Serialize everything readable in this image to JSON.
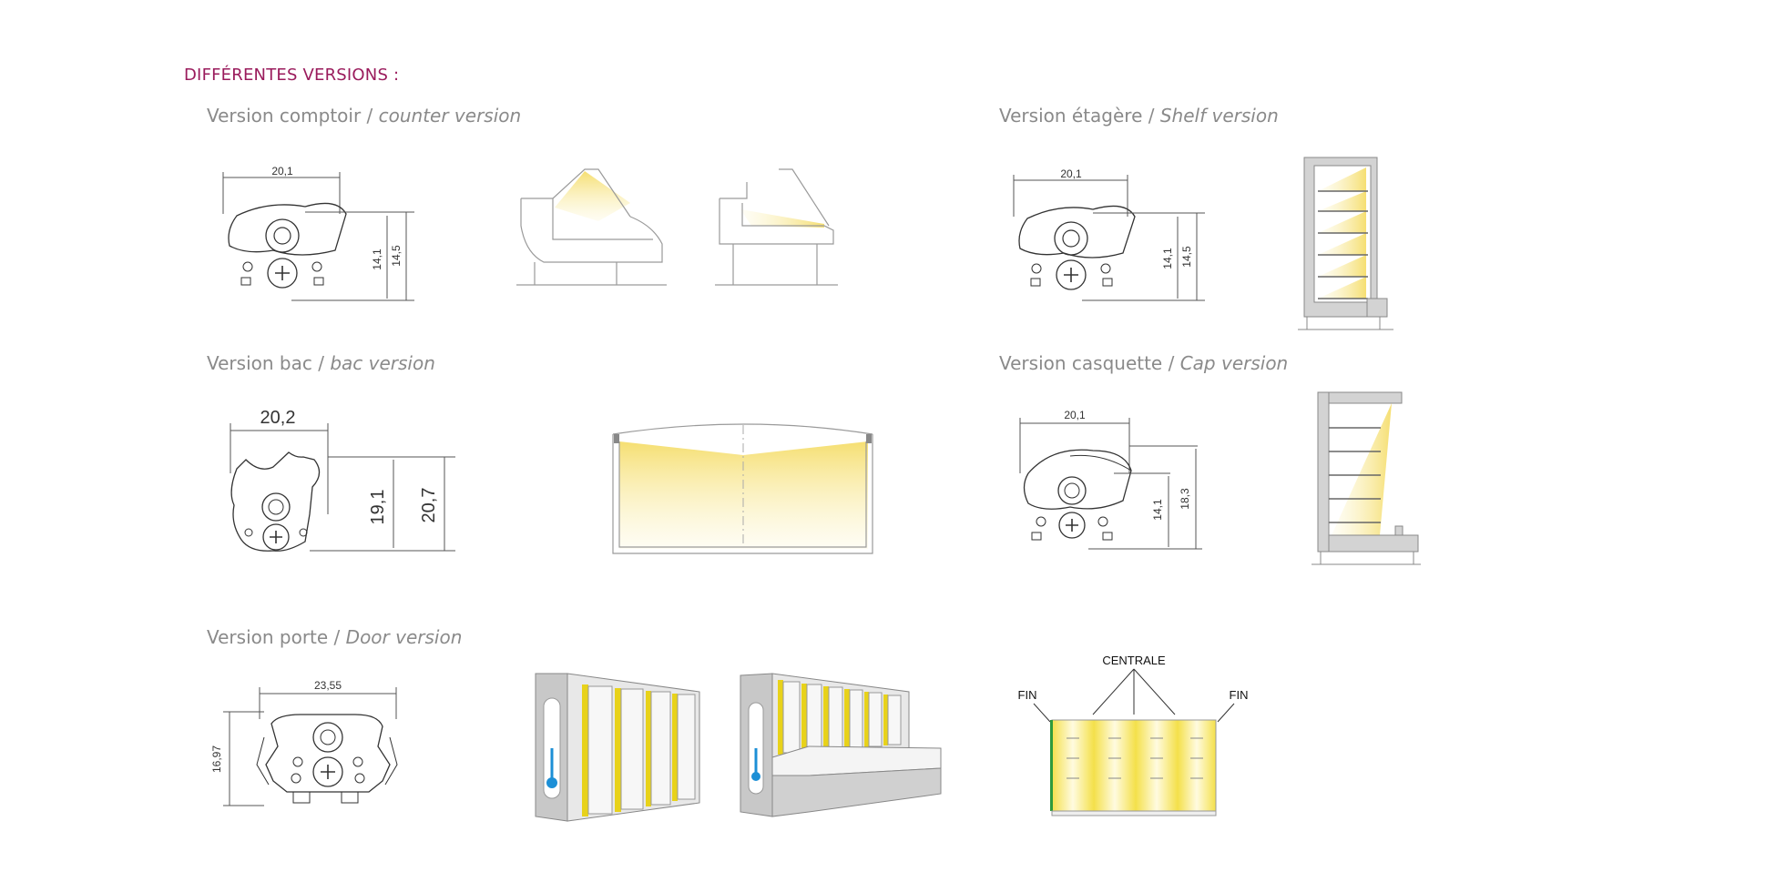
{
  "heading": "DIFFÉRENTES VERSIONS :",
  "sections": {
    "comptoir": {
      "fr": "Version comptoir /",
      "en": "counter version",
      "dim_width": "20,1",
      "dim_h1": "14,1",
      "dim_h2": "14,5"
    },
    "etagere": {
      "fr": "Version étagère /",
      "en": "Shelf version",
      "dim_width": "20,1",
      "dim_h1": "14,1",
      "dim_h2": "14,5"
    },
    "bac": {
      "fr": "Version bac /",
      "en": "bac version",
      "dim_width": "20,2",
      "dim_h1": "19,1",
      "dim_h2": "20,7"
    },
    "casquette": {
      "fr": "Version casquette /",
      "en": "Cap version",
      "dim_width": "20,1",
      "dim_h1": "14,1",
      "dim_h2": "18,3"
    },
    "porte": {
      "fr": "Version porte /",
      "en": "Door version",
      "dim_width": "23,55",
      "dim_h1": "16,97"
    }
  },
  "door_diagram": {
    "centre_label": "CENTRALE",
    "end_left": "FIN",
    "end_right": "FIN"
  },
  "colors": {
    "heading": "#9a1b5c",
    "light_yellow": "#f7e27a",
    "door_yellow": "#e8d21a",
    "cabinet_gray": "#c8c8c8"
  }
}
